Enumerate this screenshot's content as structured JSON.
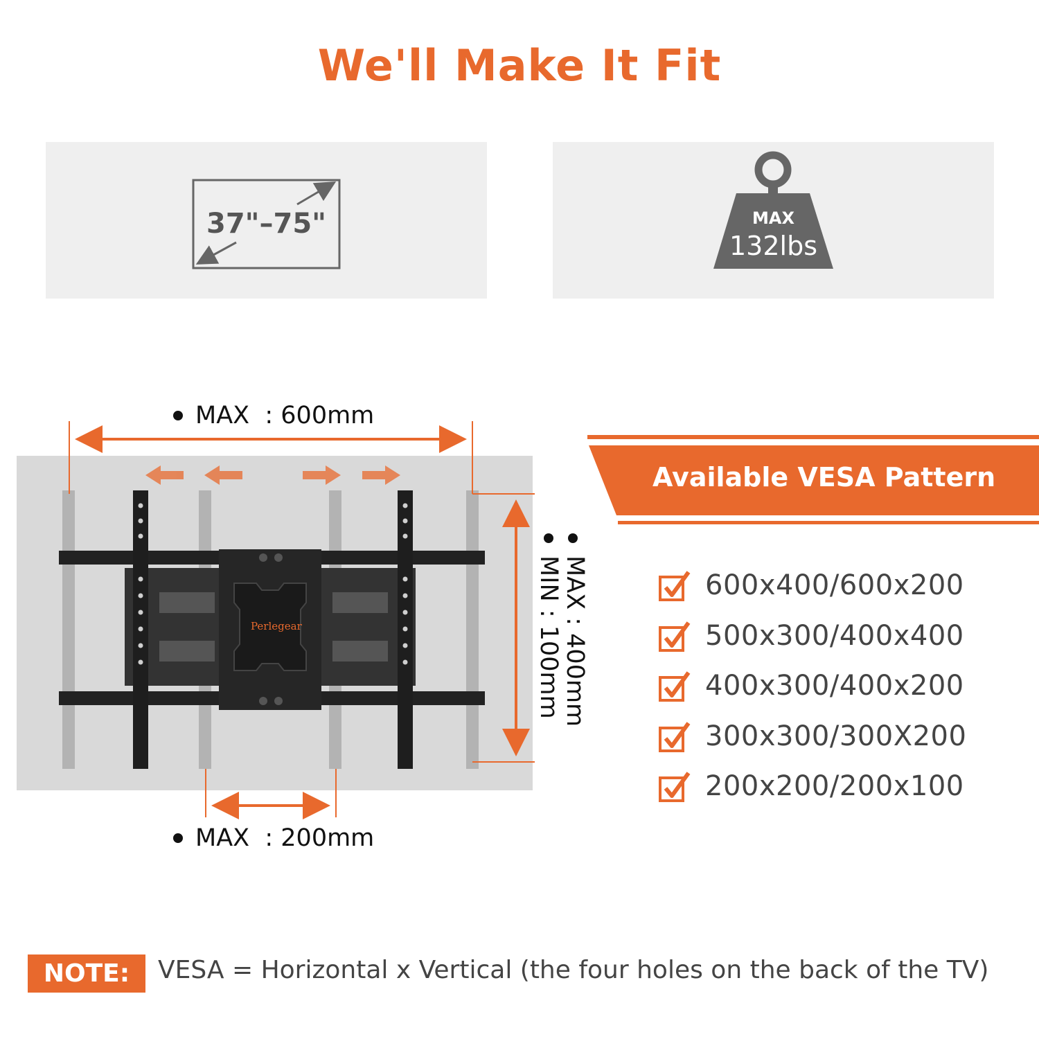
{
  "title": "We'll Make It Fit",
  "screen_size": {
    "label": "37\"–75\"",
    "icon": "tv-diagonal-icon"
  },
  "weight": {
    "max_label": "MAX",
    "value": "132lbs",
    "icon": "weight-icon"
  },
  "mount": {
    "brand": "Perlegear",
    "horizontal_max": "MAX  : 600mm",
    "arm_max": "MAX  : 200mm",
    "vertical_max": "MAX : 400mm",
    "vertical_min": "MIN : 100mm"
  },
  "vesa": {
    "heading": "Available VESA Pattern",
    "patterns": [
      "600x400/600x200",
      "500x300/400x400",
      "400x300/400x200",
      "300x300/300X200",
      "200x200/200x100"
    ]
  },
  "note": {
    "label": "NOTE:",
    "text": "VESA = Horizontal x Vertical (the four holes on the back of the TV)"
  },
  "colors": {
    "accent": "#e8692d",
    "panel": "#efefef",
    "icon_gray": "#666666"
  }
}
